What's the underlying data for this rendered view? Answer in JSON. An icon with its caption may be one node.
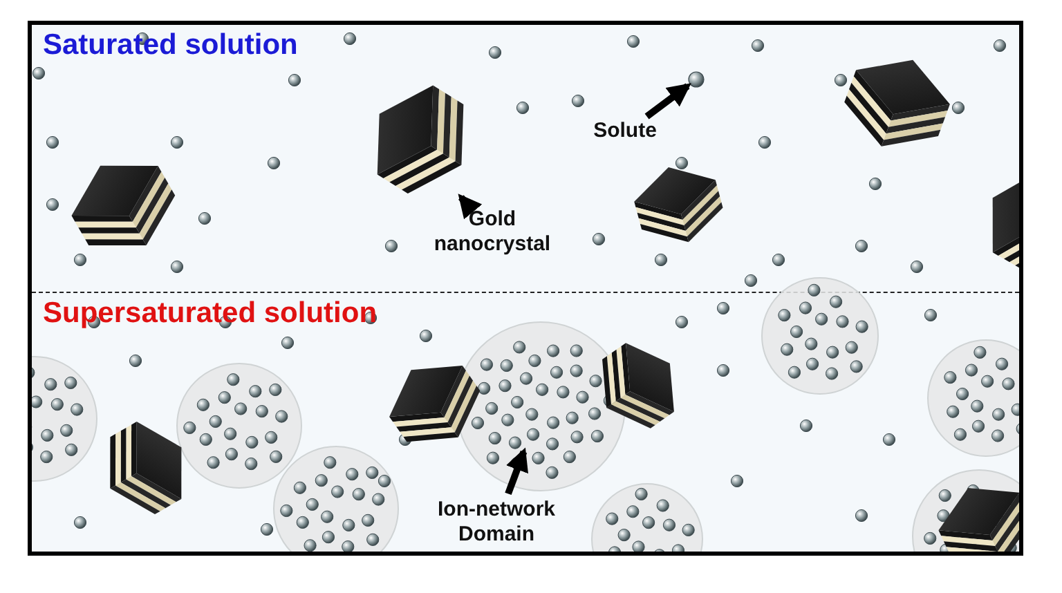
{
  "diagram": {
    "nodes": [
      {
        "text": [
          "Saturated solution"
        ]
      },
      {
        "text": [
          "Supersaturated solution"
        ]
      },
      {
        "text": [
          "Solute"
        ],
        "in": 0
      },
      {
        "text": [],
        "shape": "circle",
        "in": 0
      },
      {
        "text": [
          "Gold nanocrystal"
        ],
        "in": 0
      },
      {
        "text": [],
        "shape": "picture",
        "in": 0
      },
      {
        "text": [
          "Ion-network Domain"
        ],
        "in": 1
      },
      {
        "text": [],
        "shape": "circle",
        "in": 1
      }
    ],
    "edges": [
      {
        "from": 2,
        "to": 3,
        "arrow": "to"
      },
      {
        "from": 4,
        "to": 5,
        "arrow": "to"
      },
      {
        "from": 6,
        "to": 7,
        "arrow": "to"
      }
    ]
  }
}
